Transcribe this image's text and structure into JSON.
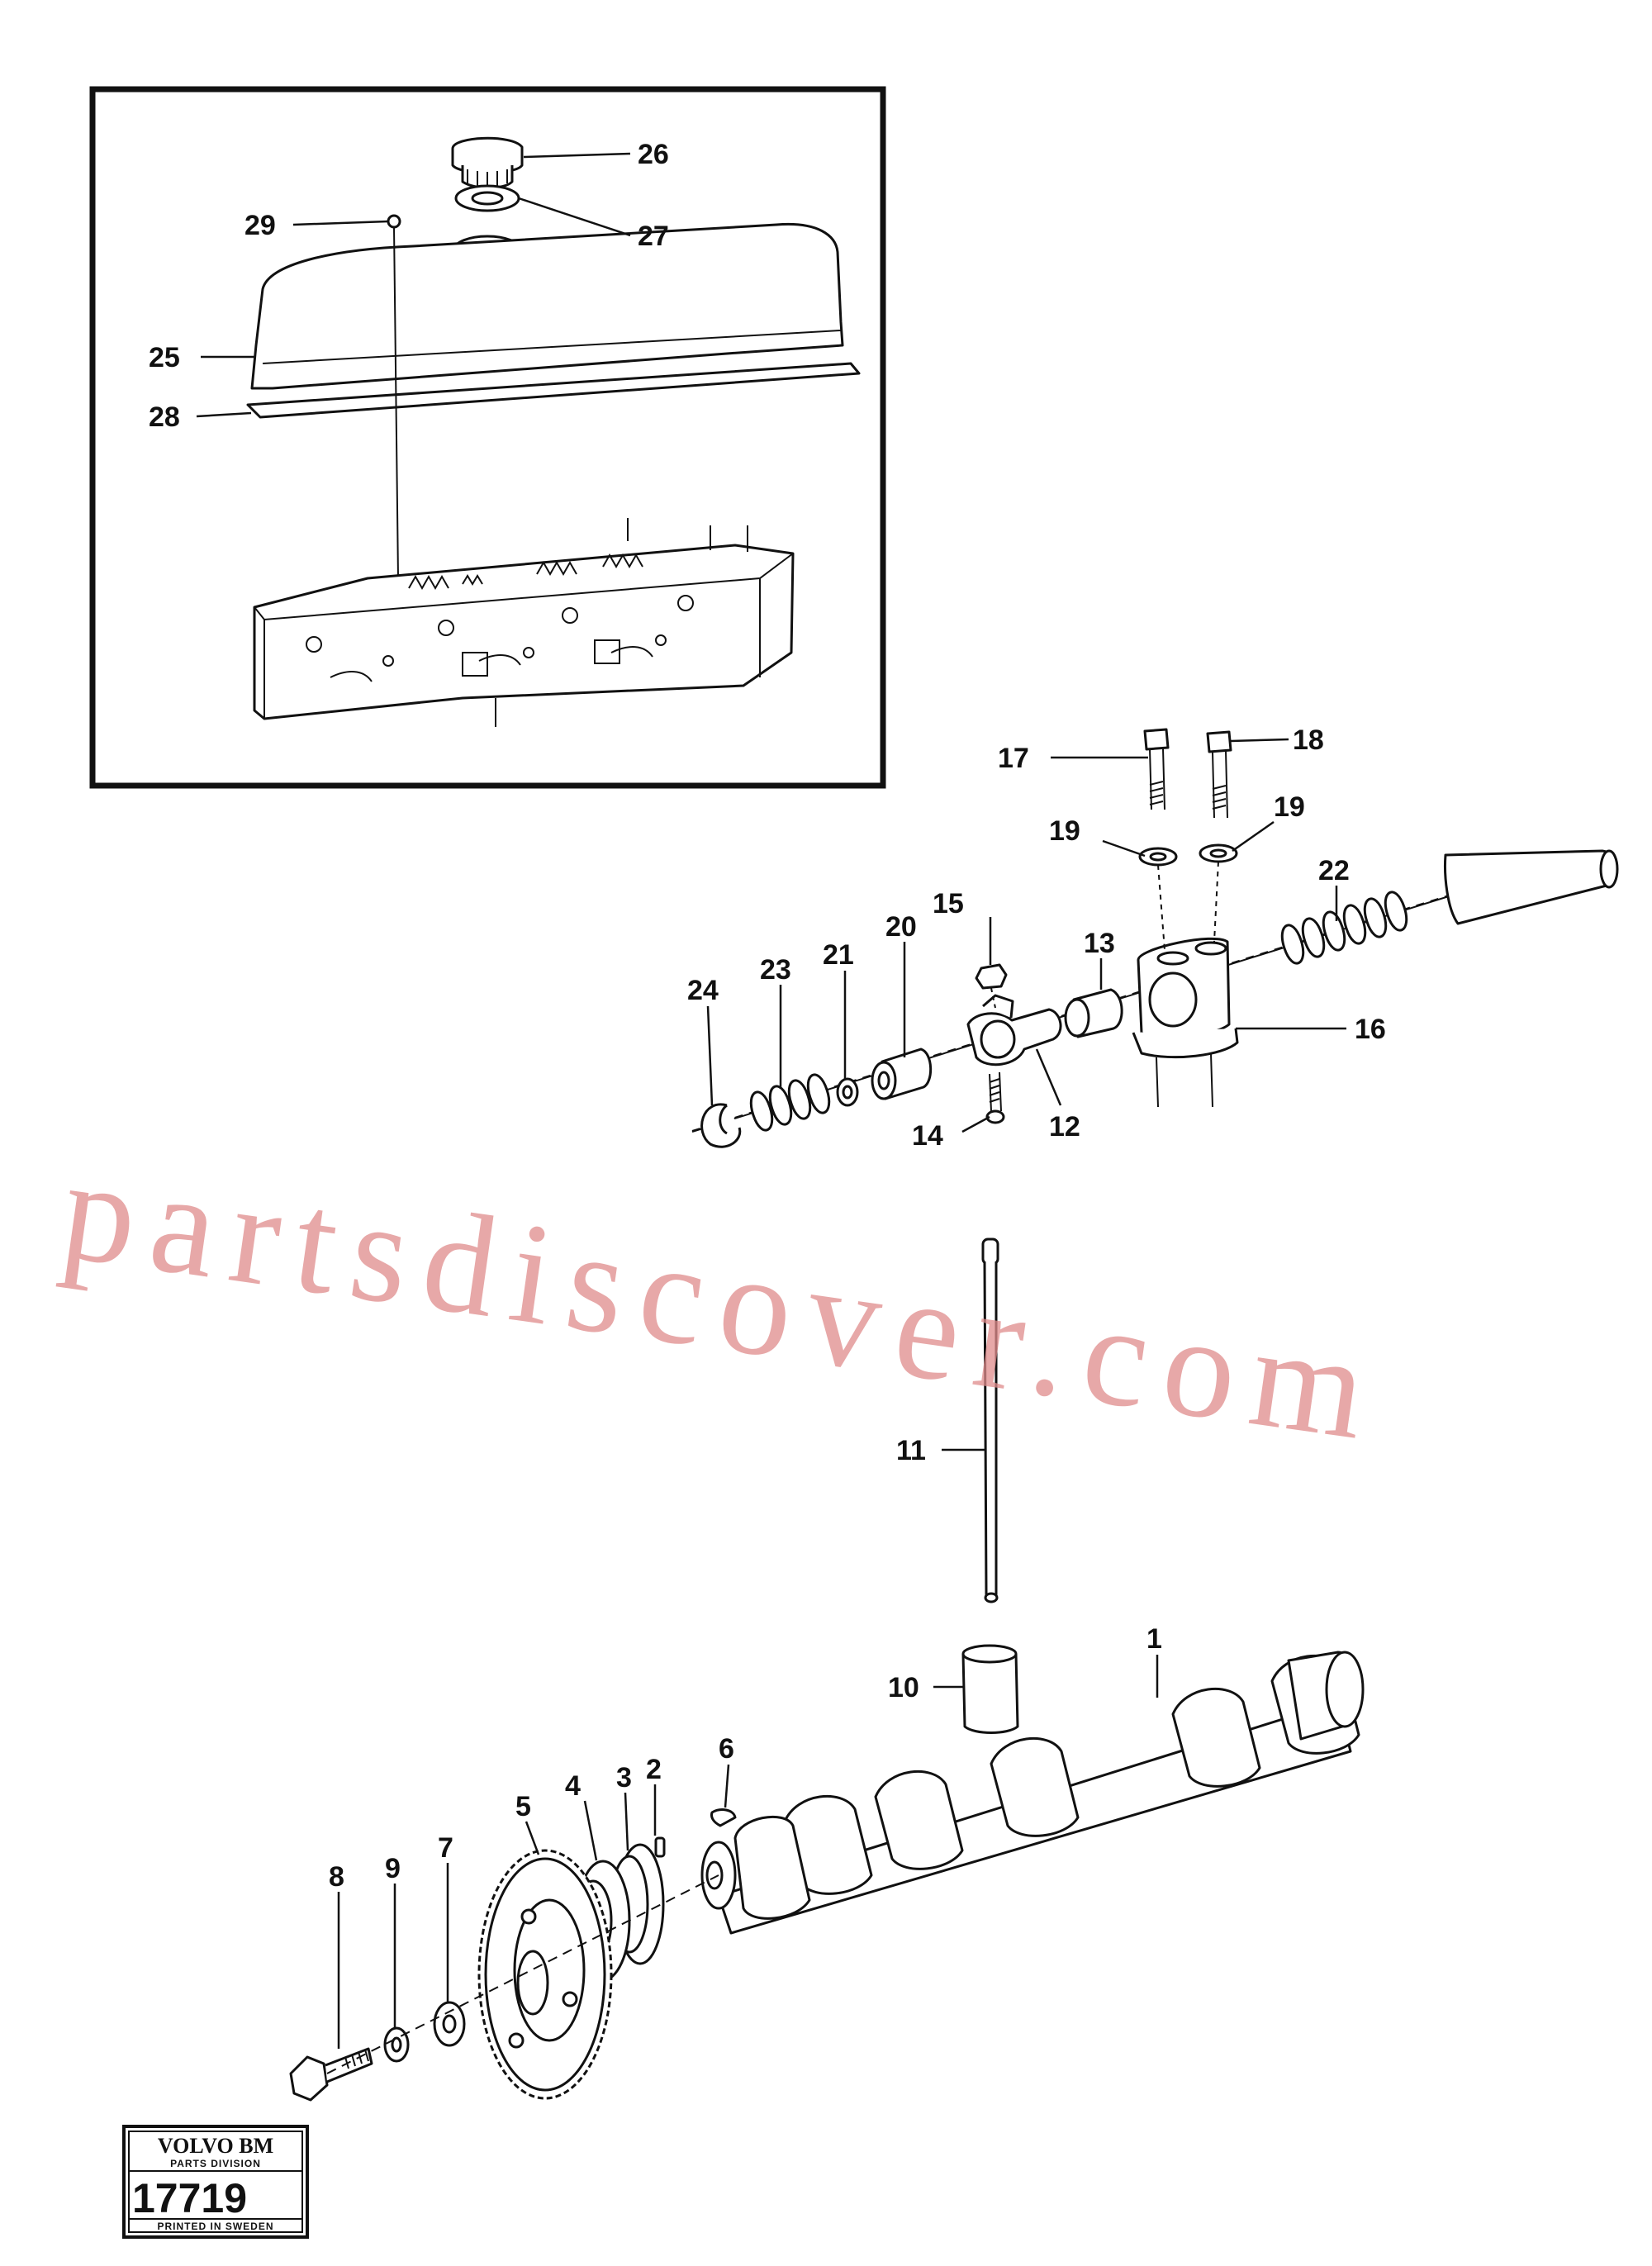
{
  "callouts": [
    "1",
    "2",
    "3",
    "4",
    "5",
    "6",
    "7",
    "8",
    "9",
    "10",
    "11",
    "12",
    "13",
    "14",
    "15",
    "16",
    "17",
    "18",
    "19",
    "19",
    "20",
    "21",
    "22",
    "23",
    "24",
    "25",
    "26",
    "27",
    "28",
    "29"
  ],
  "watermark": "partsdiscover.com",
  "stamp": {
    "brand": "VOLVO BM",
    "division": "PARTS DIVISION",
    "number": "17719",
    "printed": "PRINTED IN SWEDEN"
  },
  "colors": {
    "ink": "#111111",
    "watermark": "#e08c8c"
  }
}
